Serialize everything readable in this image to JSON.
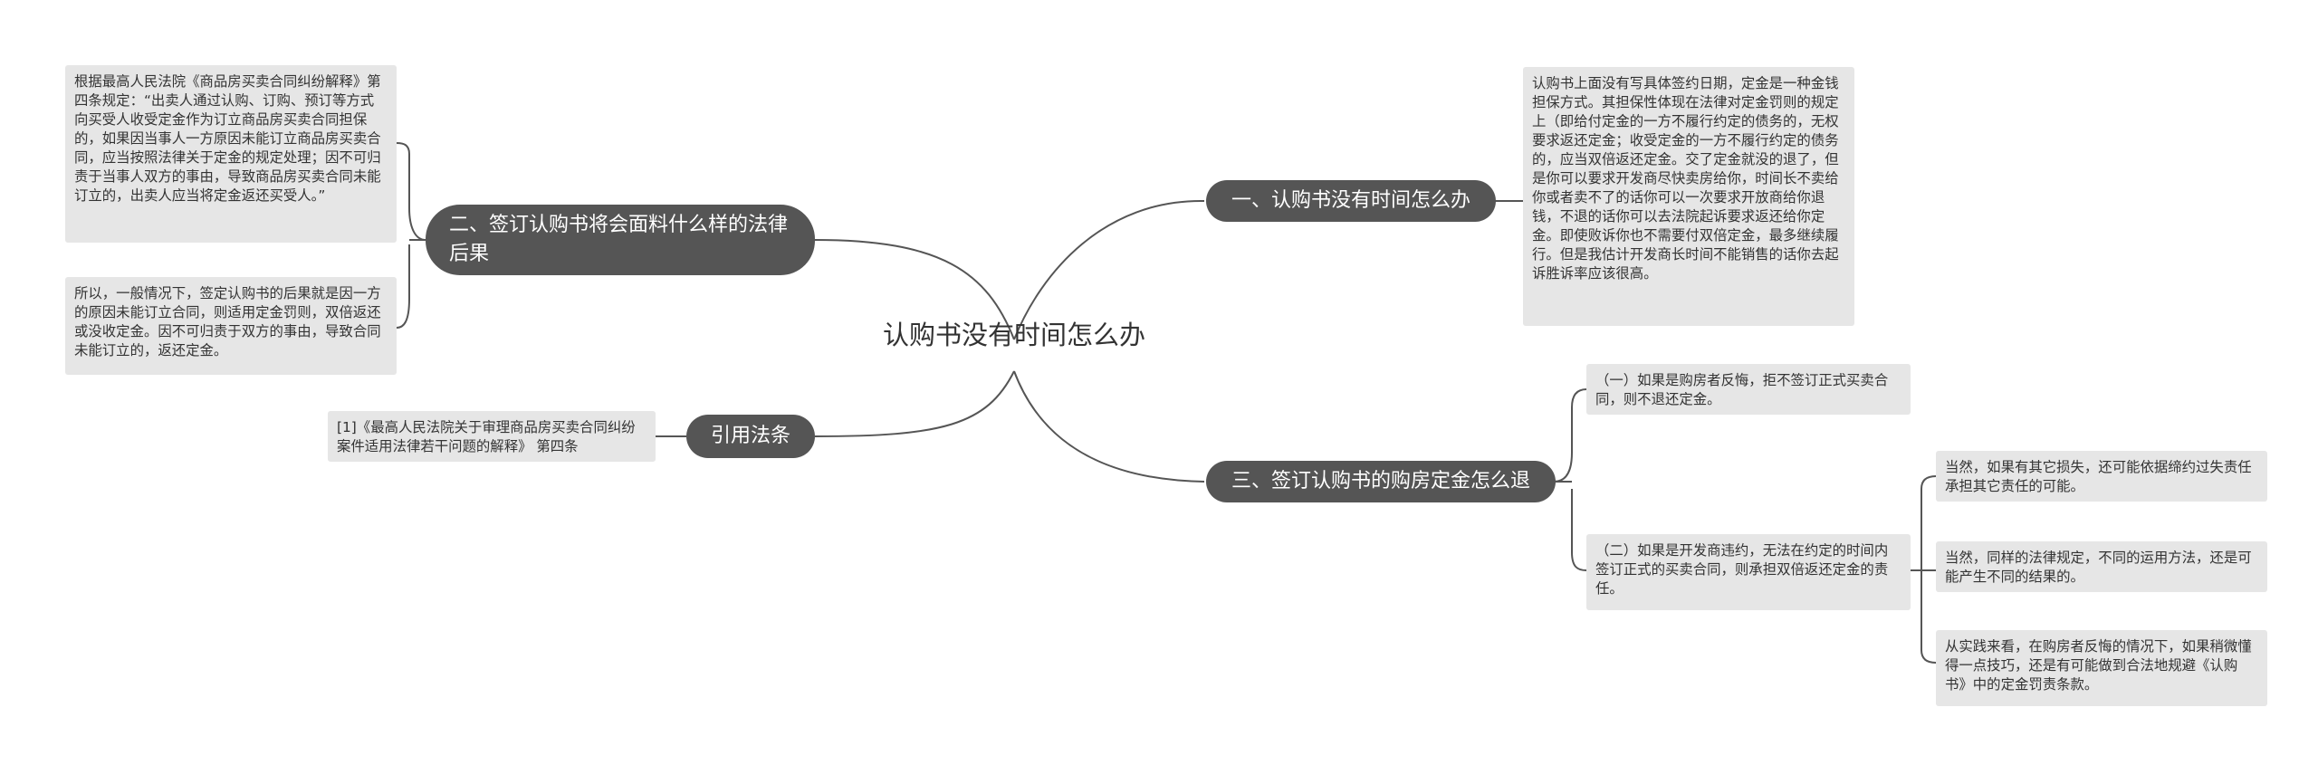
{
  "center": {
    "title": "认购书没有时间怎么办"
  },
  "branches": {
    "b1": {
      "label": "一、认购书没有时间怎么办"
    },
    "b2": {
      "label": "二、签订认购书将会面料什么样的法律后果"
    },
    "b3": {
      "label": "三、签订认购书的购房定金怎么退"
    },
    "b4": {
      "label": "引用法条"
    }
  },
  "leaves": {
    "b1_1": "认购书上面没有写具体签约日期，定金是一种金钱担保方式。其担保性体现在法律对定金罚则的规定上（即给付定金的一方不履行约定的债务的，无权要求返还定金；收受定金的一方不履行约定的债务的，应当双倍返还定金。交了定金就没的退了，但是你可以要求开发商尽快卖房给你，时间长不卖给你或者卖不了的话你可以一次要求开放商给你退钱，不退的话你可以去法院起诉要求返还给你定金。即使败诉你也不需要付双倍定金，最多继续履行。但是我估计开发商长时间不能销售的话你去起诉胜诉率应该很高。",
    "b2_1": "根据最高人民法院《商品房买卖合同纠纷解释》第四条规定：“出卖人通过认购、订购、预订等方式向买受人收受定金作为订立商品房买卖合同担保的，如果因当事人一方原因未能订立商品房买卖合同，应当按照法律关于定金的规定处理；因不可归责于当事人双方的事由，导致商品房买卖合同未能订立的，出卖人应当将定金返还买受人。”",
    "b2_2": "所以，一般情况下，签定认购书的后果就是因一方的原因未能订立合同，则适用定金罚则，双倍返还或没收定金。因不可归责于双方的事由，导致合同未能订立的，返还定金。",
    "b3_1": "（一）如果是购房者反悔，拒不签订正式买卖合同，则不退还定金。",
    "b3_2": "（二）如果是开发商违约，无法在约定的时间内签订正式的买卖合同，则承担双倍返还定金的责任。",
    "b3_2_1": "当然，如果有其它损失，还可能依据缔约过失责任承担其它责任的可能。",
    "b3_2_2": "当然，同样的法律规定，不同的运用方法，还是可能产生不同的结果的。",
    "b3_2_3": "从实践来看，在购房者反悔的情况下，如果稍微懂得一点技巧，还是有可能做到合法地规避《认购书》中的定金罚责条款。",
    "b4_1": "[1]《最高人民法院关于审理商品房买卖合同纠纷案件适用法律若干问题的解释》 第四条"
  },
  "colors": {
    "branch_bg": "#555555",
    "leaf_bg": "#e6e6e6",
    "line": "#555555",
    "text": "#333333"
  }
}
